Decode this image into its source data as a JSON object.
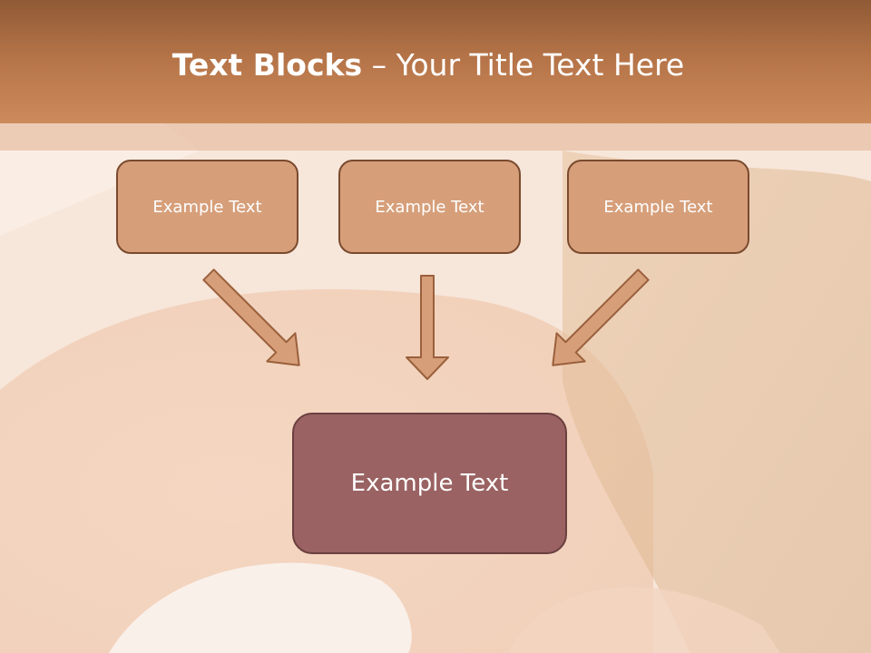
{
  "slide": {
    "title_bold": "Text Blocks",
    "title_separator": " – ",
    "title_rest": "Your Title Text Here"
  },
  "diagram": {
    "sources": [
      {
        "label": "Example Text"
      },
      {
        "label": "Example Text"
      },
      {
        "label": "Example Text"
      }
    ],
    "target": {
      "label": "Example Text"
    }
  },
  "colors": {
    "header": "#c0804f",
    "box_fill": "#d69f7a",
    "box_border": "#7a4a2e",
    "target_fill": "#9a6262",
    "arrow_fill": "#d69f7a"
  },
  "icons": {
    "arrow": "down-arrow-icon"
  }
}
